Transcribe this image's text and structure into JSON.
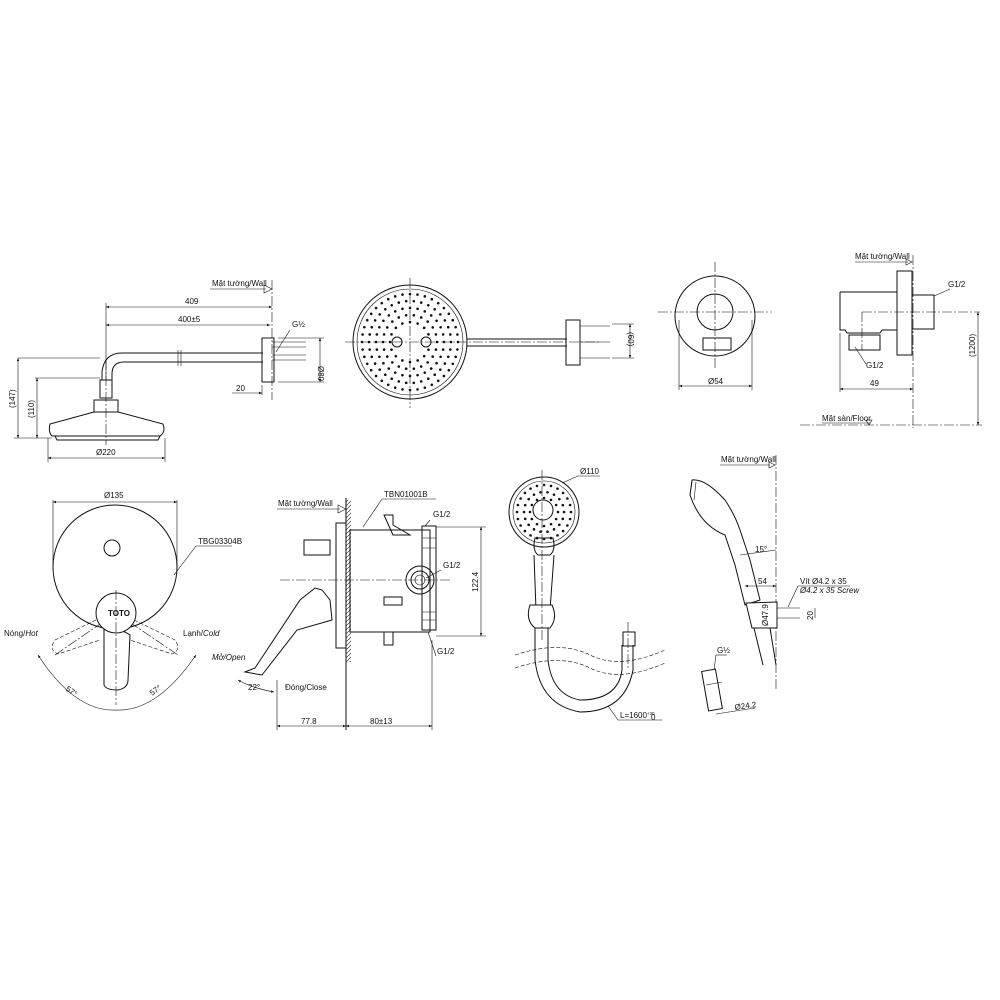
{
  "overhead_shower_side": {
    "wall_label": "Mặt tường/Wall",
    "dim_total": "409",
    "dim_arm": "400±5",
    "thread": "G½",
    "flange_dia": "Ø80",
    "flange_depth": "20",
    "height_total": "(147)",
    "height_head": "(110)",
    "head_dia": "Ø220"
  },
  "overhead_shower_front": {
    "screw_spacing": "(60)"
  },
  "wall_elbow_front": {
    "dia": "Ø54"
  },
  "wall_elbow_side": {
    "wall_label": "Mặt tường/Wall",
    "thread_outlet": "G1/2",
    "thread_inlet": "G1/2",
    "depth": "49",
    "height": "(1200)",
    "floor_label": "Mặt sàn/Floor"
  },
  "valve_front": {
    "dia": "Ø135",
    "model": "TBG03304B",
    "hot_label": "Nóng/",
    "hot_label_en": "Hot",
    "cold_label": "Lạnh/",
    "cold_label_en": "Cold",
    "angle_left": "57°",
    "angle_right": "57°",
    "logo": "TOTO"
  },
  "valve_side": {
    "wall_label": "Mặt tường/Wall",
    "body_model": "TBN01001B",
    "thread_top": "G1/2",
    "thread_mid": "G1/2",
    "thread_bottom": "G1/2",
    "height": "122.4",
    "open_label": "Mở/Open",
    "close_label": "Đóng/Close",
    "angle": "22°",
    "dim_front": "77.8",
    "dim_back": "80±13"
  },
  "hand_shower_front": {
    "dia": "Ø110",
    "hose_length": "L=1600",
    "hose_tol_plus": "+30",
    "hose_tol_minus": "0"
  },
  "hand_shower_side": {
    "wall_label": "Mặt tường/Wall",
    "angle": "15°",
    "depth": "54",
    "screw_vi": "Vít Ø4.2 x 35",
    "screw_en": "Ø4.2 x 35 Screw",
    "holder_dia": "Ø47.9",
    "screw_spacing": "20",
    "thread": "G½",
    "hose_nut_dia": "Ø24.2"
  }
}
